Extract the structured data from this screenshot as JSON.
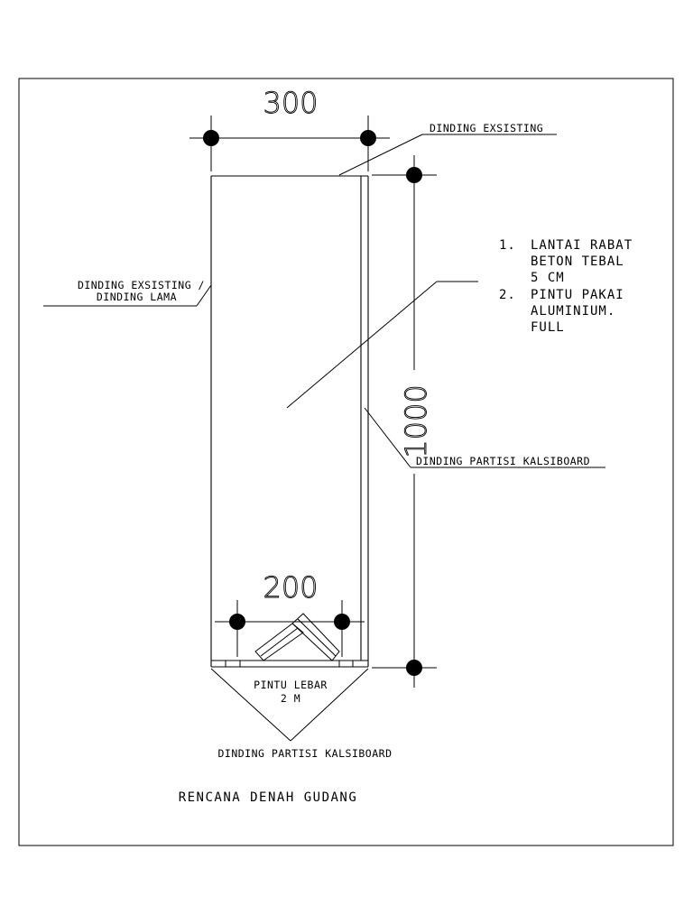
{
  "drawing": {
    "title": "RENCANA DENAH GUDANG",
    "dimensions": {
      "top_width": "300",
      "door_width": "200",
      "length": "1000"
    },
    "callouts": {
      "existing_wall_top": "DINDING EXSISTING",
      "existing_wall_left_line1": "DINDING EXSISTING /",
      "existing_wall_left_line2": "DINDING LAMA",
      "partition_right": "DINDING PARTISI KALSIBOARD",
      "partition_bottom": "DINDING PARTISI KALSIBOARD"
    },
    "notes": [
      {
        "number": "1.",
        "lines": [
          "LANTAI RABAT",
          "BETON TEBAL",
          "5 CM"
        ]
      },
      {
        "number": "2.",
        "lines": [
          "PINTU PAKAI",
          "ALUMINIUM.",
          "FULL"
        ]
      }
    ],
    "door_label": {
      "line1": "PINTU LEBAR",
      "line2": "2 M"
    }
  }
}
